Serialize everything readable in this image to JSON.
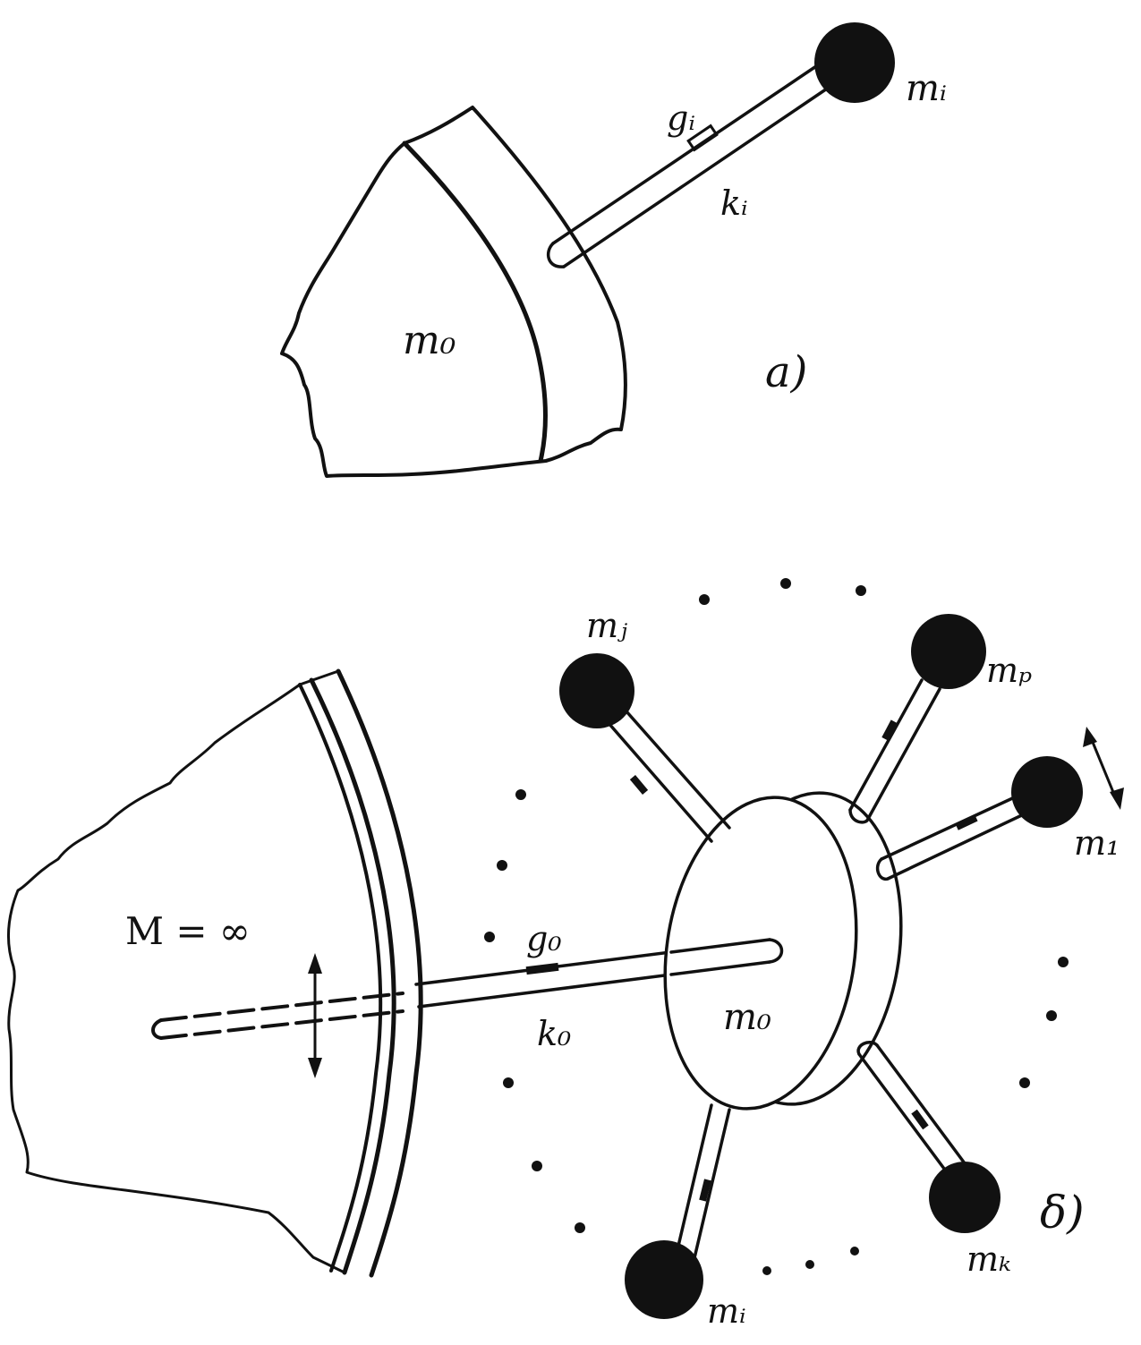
{
  "panel_a": {
    "tag": "a)",
    "labels": {
      "mass_body": "m₀",
      "mass_ball": "mᵢ",
      "damper": "gᵢ",
      "spring": "kᵢ"
    }
  },
  "panel_b": {
    "tag": "δ)",
    "labels": {
      "infinite_mass": "M = ∞",
      "damper": "g₀",
      "spring": "k₀",
      "center_mass": "m₀",
      "masses": [
        "mⱼ",
        "mₚ",
        "m₁",
        "mₖ",
        "mᵢ"
      ]
    }
  },
  "colors": {
    "ink": "#111111",
    "paper": "#ffffff"
  }
}
